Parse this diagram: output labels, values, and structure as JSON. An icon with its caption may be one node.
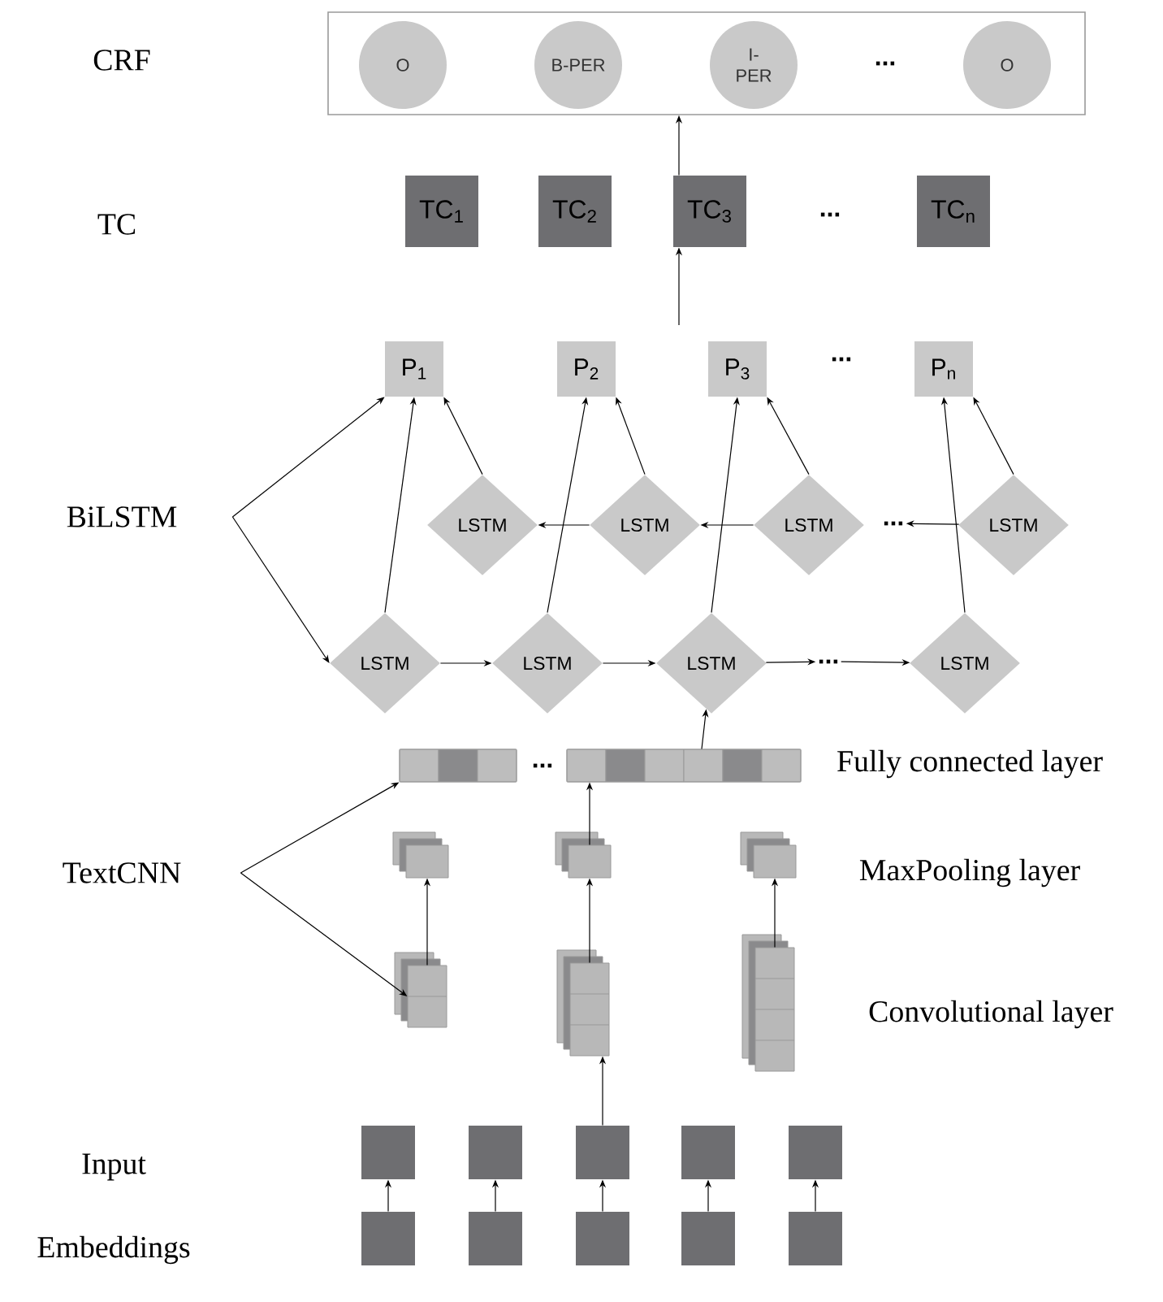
{
  "diagram": {
    "nodes": [
      {
        "text": [],
        "shape": "box"
      },
      {
        "text": [
          "O"
        ],
        "in": 0
      },
      {
        "text": [
          "B-PER"
        ],
        "in": 0
      },
      {
        "text": [
          "I- PER"
        ],
        "in": 0
      },
      {
        "text": [
          "O"
        ],
        "in": 0
      },
      {
        "text": [
          "TC$_{1}$"
        ]
      },
      {
        "text": [
          "TC$_{2}$"
        ]
      },
      {
        "text": [
          "TC$_{3}$"
        ]
      },
      {
        "text": [
          "TC$_{n}$"
        ]
      },
      {
        "text": [
          "P$_{1}$"
        ]
      },
      {
        "text": [
          "P$_{2}$"
        ]
      },
      {
        "text": [
          "P$_{3}$"
        ]
      },
      {
        "text": [
          "P$_{n}$"
        ]
      },
      {
        "text": [
          "BiLSTM"
        ]
      },
      {
        "text": [
          "LSTM"
        ]
      },
      {
        "text": [
          "LSTM"
        ]
      },
      {
        "text": [
          "LSTM"
        ]
      },
      {
        "text": [
          "..."
        ]
      },
      {
        "text": [
          "LSTM"
        ]
      },
      {
        "text": [
          "LSTM"
        ]
      },
      {
        "text": [
          "LSTM"
        ]
      },
      {
        "text": [
          "LSTM"
        ]
      },
      {
        "text": [
          "..."
        ]
      },
      {
        "text": [
          "LSTM"
        ]
      },
      {
        "text": [
          "TextCNN"
        ]
      },
      {
        "text": [],
        "shape": "bar"
      },
      {
        "text": [],
        "shape": "bar"
      },
      {
        "text": [],
        "shape": "box"
      },
      {
        "text": [],
        "shape": "box"
      },
      {
        "text": [],
        "shape": "box"
      },
      {
        "text": [],
        "shape": "box"
      },
      {
        "text": [],
        "shape": "box"
      },
      {
        "text": [],
        "shape": "box"
      },
      {
        "text": [],
        "shape": "box"
      },
      {
        "text": [],
        "shape": "box"
      },
      {
        "text": [],
        "shape": "box"
      },
      {
        "text": [],
        "shape": "box"
      },
      {
        "text": [],
        "shape": "box"
      },
      {
        "text": [],
        "shape": "box"
      },
      {
        "text": [],
        "shape": "box"
      },
      {
        "text": [],
        "shape": "box"
      },
      {
        "text": [],
        "shape": "box"
      },
      {
        "text": [],
        "shape": "box"
      }
    ],
    "edges": [
      {
        "from": 7,
        "to": 0,
        "arrow": "to"
      },
      {
        "from": null,
        "to": 7,
        "arrow": "to"
      },
      {
        "from": 19,
        "to": 9,
        "arrow": "to"
      },
      {
        "from": 20,
        "to": 10,
        "arrow": "to"
      },
      {
        "from": 21,
        "to": 11,
        "arrow": "to"
      },
      {
        "from": 23,
        "to": 12,
        "arrow": "to"
      },
      {
        "from": 14,
        "to": 9,
        "arrow": "to"
      },
      {
        "from": 15,
        "to": 10,
        "arrow": "to"
      },
      {
        "from": 16,
        "to": 11,
        "arrow": "to"
      },
      {
        "from": 18,
        "to": 12,
        "arrow": "to"
      },
      {
        "from": 15,
        "to": 14,
        "arrow": "to"
      },
      {
        "from": 16,
        "to": 15,
        "arrow": "to"
      },
      {
        "from": 18,
        "to": 17,
        "arrow": "to"
      },
      {
        "from": 19,
        "to": 20,
        "arrow": "to"
      },
      {
        "from": 20,
        "to": 21,
        "arrow": "to"
      },
      {
        "from": 21,
        "to": 22,
        "arrow": "to"
      },
      {
        "from": 22,
        "to": 23,
        "arrow": "to"
      },
      {
        "from": 13,
        "to": 9,
        "arrow": "to"
      },
      {
        "from": 13,
        "to": 19,
        "arrow": "to"
      },
      {
        "from": 26,
        "to": 21,
        "arrow": "to"
      },
      {
        "from": 24,
        "to": 25,
        "arrow": "to"
      },
      {
        "from": 24,
        "to": 30,
        "arrow": "to"
      },
      {
        "from": 30,
        "to": 27,
        "arrow": "to"
      },
      {
        "from": 31,
        "to": 28,
        "arrow": "to"
      },
      {
        "from": 32,
        "to": 29,
        "arrow": "to"
      },
      {
        "from": 28,
        "to": 26,
        "arrow": "to"
      },
      {
        "from": 35,
        "to": 31,
        "arrow": "to"
      },
      {
        "from": 38,
        "to": 33,
        "arrow": "to"
      },
      {
        "from": 39,
        "to": 34,
        "arrow": "to"
      },
      {
        "from": 40,
        "to": 35,
        "arrow": "to"
      },
      {
        "from": 41,
        "to": 36,
        "arrow": "to"
      },
      {
        "from": 42,
        "to": 37,
        "arrow": "to"
      }
    ],
    "labels": [
      "CRF",
      "...",
      "TC",
      "...",
      "...",
      "...",
      "Fully connected layer",
      "MaxPooling layer",
      "Convolutional layer",
      "Input",
      "Embeddings"
    ]
  }
}
